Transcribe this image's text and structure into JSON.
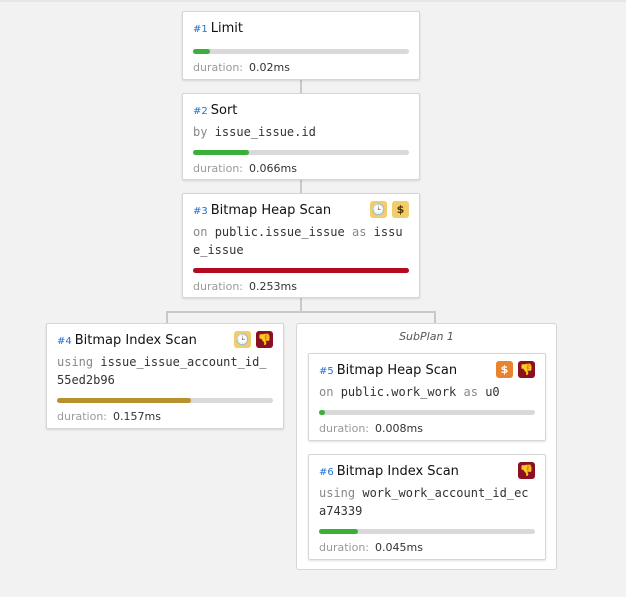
{
  "colors": {
    "bar_green": "#3ab03a",
    "bar_red": "#b30a1f",
    "bar_gold": "#b8902d",
    "num_blue": "#1f6fd1"
  },
  "nodes": [
    {
      "id": "1",
      "num": "#1",
      "title": "Limit",
      "duration_label": "duration:",
      "duration": "0.02ms",
      "progress": 0.08,
      "bar_color": "#3ab03a"
    },
    {
      "id": "2",
      "num": "#2",
      "title": "Sort",
      "detail_kw": "by",
      "detail_val": "issue_issue.id",
      "duration_label": "duration:",
      "duration": "0.066ms",
      "progress": 0.26,
      "bar_color": "#3ab03a"
    },
    {
      "id": "3",
      "num": "#3",
      "title": "Bitmap Heap Scan",
      "detail_kw": "on",
      "detail_val": "public.issue_issue",
      "detail_kw2": "as",
      "detail_val2": "issue_issue",
      "duration_label": "duration:",
      "duration": "0.253ms",
      "progress": 1.0,
      "bar_color": "#b30a1f",
      "badges": [
        "clock-icon",
        "dollar-icon"
      ]
    },
    {
      "id": "4",
      "num": "#4",
      "title": "Bitmap Index Scan",
      "detail_kw": "using",
      "detail_val": "issue_issue_account_id_55ed2b96",
      "duration_label": "duration:",
      "duration": "0.157ms",
      "progress": 0.62,
      "bar_color": "#b8902d",
      "badges": [
        "clock-icon",
        "thumbs-down-icon"
      ]
    },
    {
      "id": "5",
      "num": "#5",
      "title": "Bitmap Heap Scan",
      "detail_kw": "on",
      "detail_val": "public.work_work",
      "detail_kw2": "as",
      "detail_val2": "u0",
      "duration_label": "duration:",
      "duration": "0.008ms",
      "progress": 0.03,
      "bar_color": "#3ab03a",
      "badges": [
        "dollar-icon",
        "thumbs-down-icon"
      ]
    },
    {
      "id": "6",
      "num": "#6",
      "title": "Bitmap Index Scan",
      "detail_kw": "using",
      "detail_val": "work_work_account_id_eca74339",
      "duration_label": "duration:",
      "duration": "0.045ms",
      "progress": 0.18,
      "bar_color": "#3ab03a",
      "badges": [
        "thumbs-down-icon"
      ]
    }
  ],
  "subplan": {
    "title": "SubPlan 1"
  },
  "icons": {
    "clock": "🕒",
    "dollar": "$",
    "thumb": "👎"
  }
}
